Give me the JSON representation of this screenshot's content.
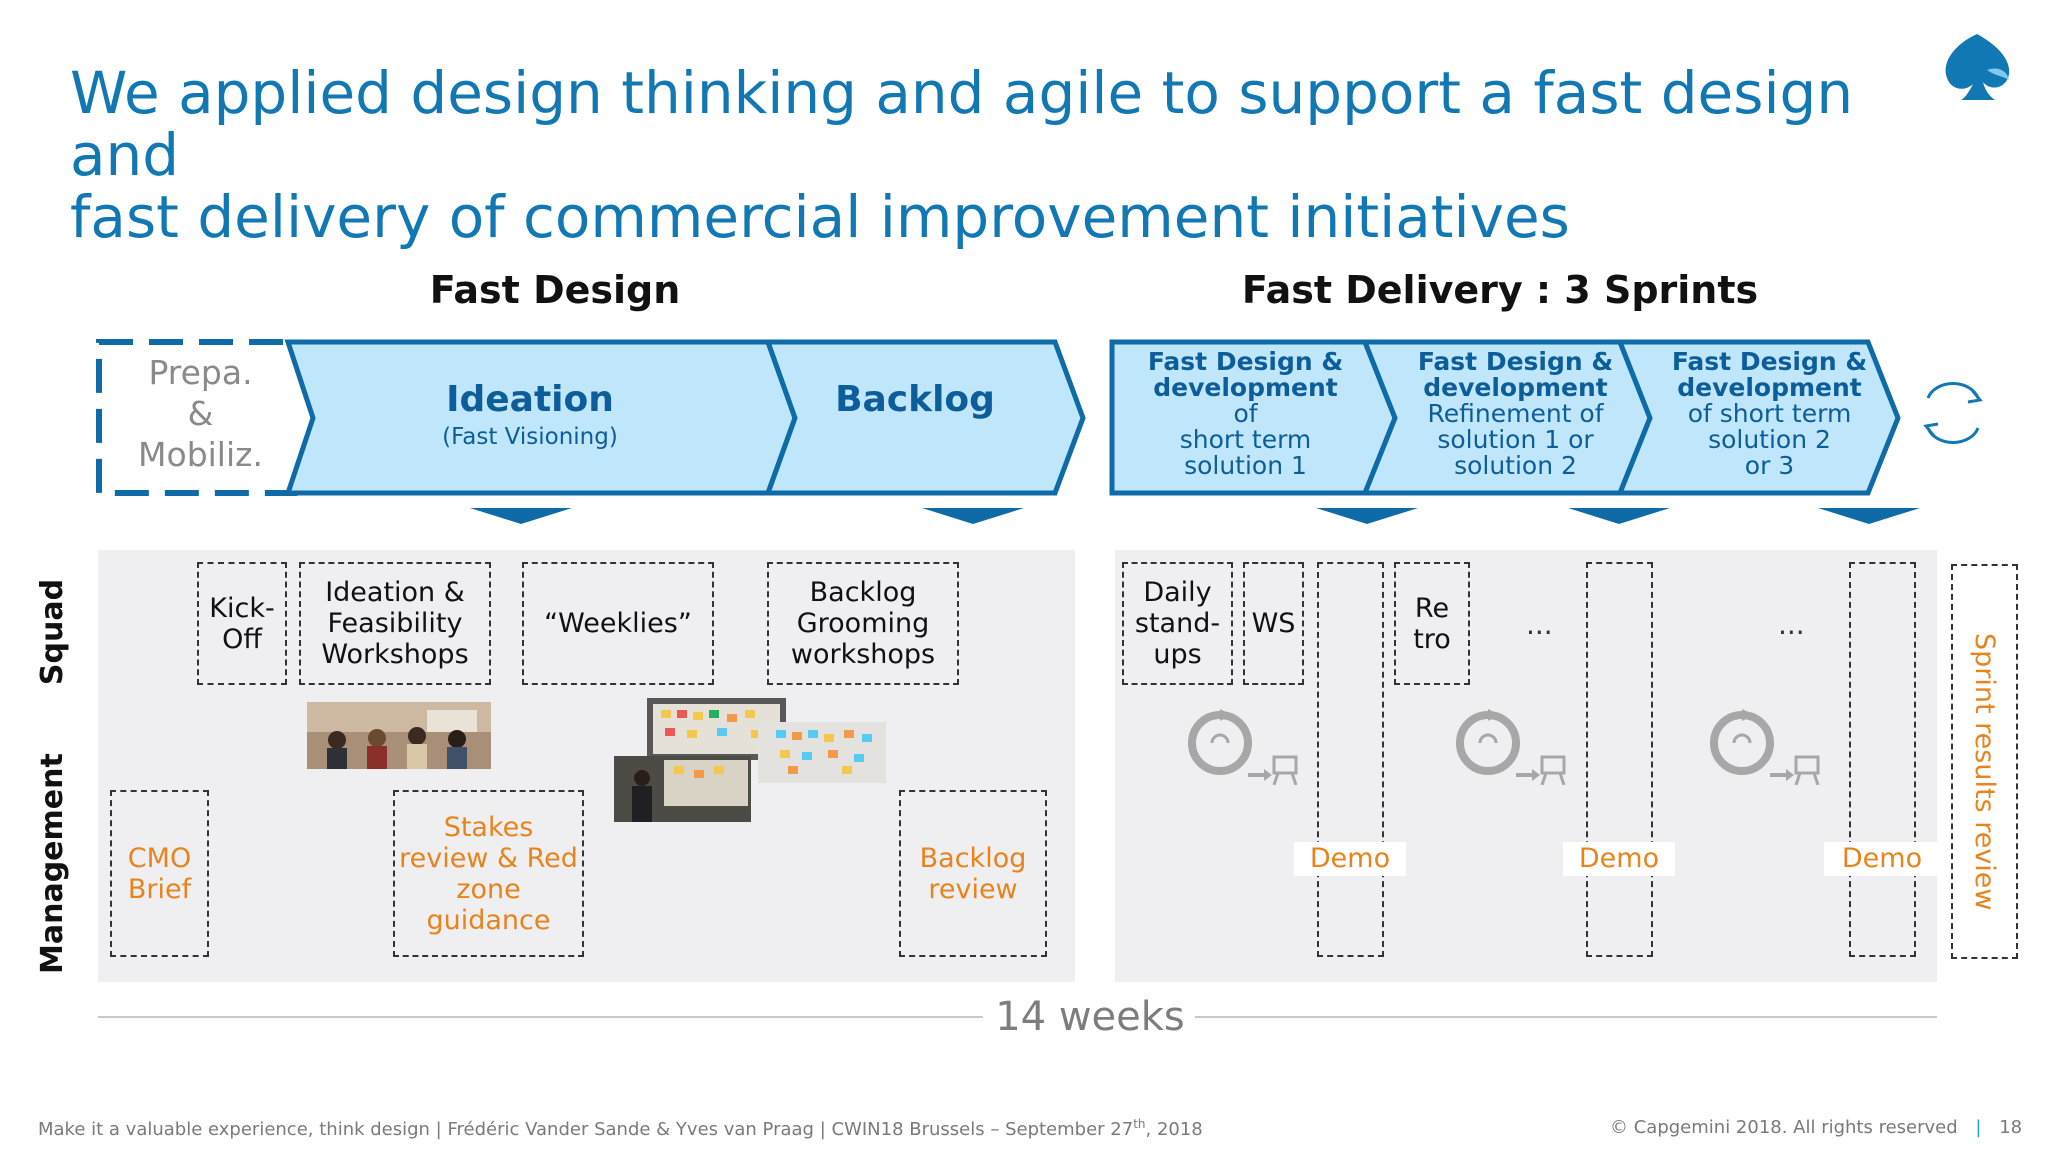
{
  "title_line1": "We applied design thinking and agile to support a fast design and",
  "title_line2": "fast delivery of commercial improvement initiatives",
  "fast_design_heading": "Fast Design",
  "fast_delivery_heading": "Fast Delivery : 3 Sprints",
  "phases": {
    "prepa": [
      "Prepa.",
      "&",
      "Mobiliz."
    ],
    "ideation": "Ideation",
    "ideation_sub": "(Fast Visioning)",
    "backlog": "Backlog",
    "sprint1": {
      "bold1": "Fast Design &",
      "bold2": "development",
      "l1": "of",
      "l2": "short term",
      "l3": "solution 1"
    },
    "sprint2": {
      "bold1": "Fast Design &",
      "bold2": "development",
      "l1": "Refinement of",
      "l2": "solution 1 or",
      "l3": "solution 2"
    },
    "sprint3": {
      "bold1": "Fast Design &",
      "bold2": "development",
      "l1": "of short term",
      "l2": "solution 2",
      "l3": "or 3"
    }
  },
  "rows": {
    "squad": "Squad",
    "management": "Management"
  },
  "squad_boxes": {
    "kickoff": [
      "Kick-",
      "Off"
    ],
    "ideation_ws": [
      "Ideation &",
      "Feasibility",
      "Workshops"
    ],
    "weeklies": "“Weeklies”",
    "grooming": [
      "Backlog",
      "Grooming",
      "workshops"
    ],
    "daily": [
      "Daily",
      "stand-",
      "ups"
    ],
    "ws": "WS",
    "retro": [
      "Re",
      "tro"
    ],
    "ellipsis": "..."
  },
  "mgmt_boxes": {
    "cmo": [
      "CMO",
      "Brief"
    ],
    "stakes": [
      "Stakes",
      "review & Red",
      "zone",
      "guidance"
    ],
    "backlog_review": [
      "Backlog",
      "review"
    ],
    "demo": "Demo",
    "sprint_review": "Sprint results review"
  },
  "duration": "14 weeks",
  "footer_left": "Make it a valuable experience, think design | Frédéric Vander Sande & Yves van Praag | CWIN18 Brussels – September 27",
  "footer_sup": "th",
  "footer_year": ", 2018",
  "footer_right": "© Capgemini 2018. All rights reserved",
  "page_number": "18",
  "colors": {
    "brand_blue": "#1278b4",
    "chevron_fill": "#bfe6fb",
    "chevron_stroke": "#0f6aa8",
    "accent_orange": "#e8841c"
  }
}
